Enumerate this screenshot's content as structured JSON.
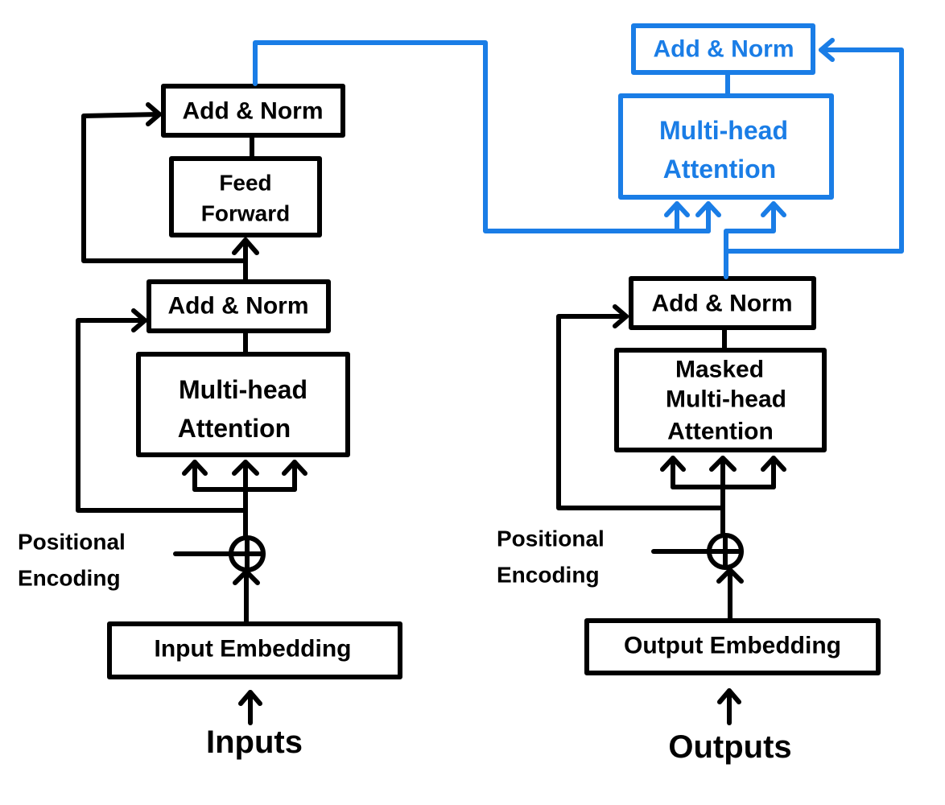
{
  "colors": {
    "ink": "#000000",
    "accent": "#1a7de6",
    "background": "#ffffff"
  },
  "encoder": {
    "add_norm_top": "Add & Norm",
    "feed_forward_line1": "Feed",
    "feed_forward_line2": "Forward",
    "add_norm_mid": "Add & Norm",
    "attention_line1": "Multi-head",
    "attention_line2": "Attention",
    "positional_line1": "Positional",
    "positional_line2": "Encoding",
    "embedding": "Input Embedding",
    "inputs": "Inputs"
  },
  "decoder": {
    "add_norm_top": "Add & Norm",
    "cross_attention_line1": "Multi-head",
    "cross_attention_line2": "Attention",
    "add_norm_mid": "Add & Norm",
    "masked_line1": "Masked",
    "masked_line2": "Multi-head",
    "masked_line3": "Attention",
    "positional_line1": "Positional",
    "positional_line2": "Encoding",
    "embedding": "Output Embedding",
    "outputs": "Outputs"
  }
}
